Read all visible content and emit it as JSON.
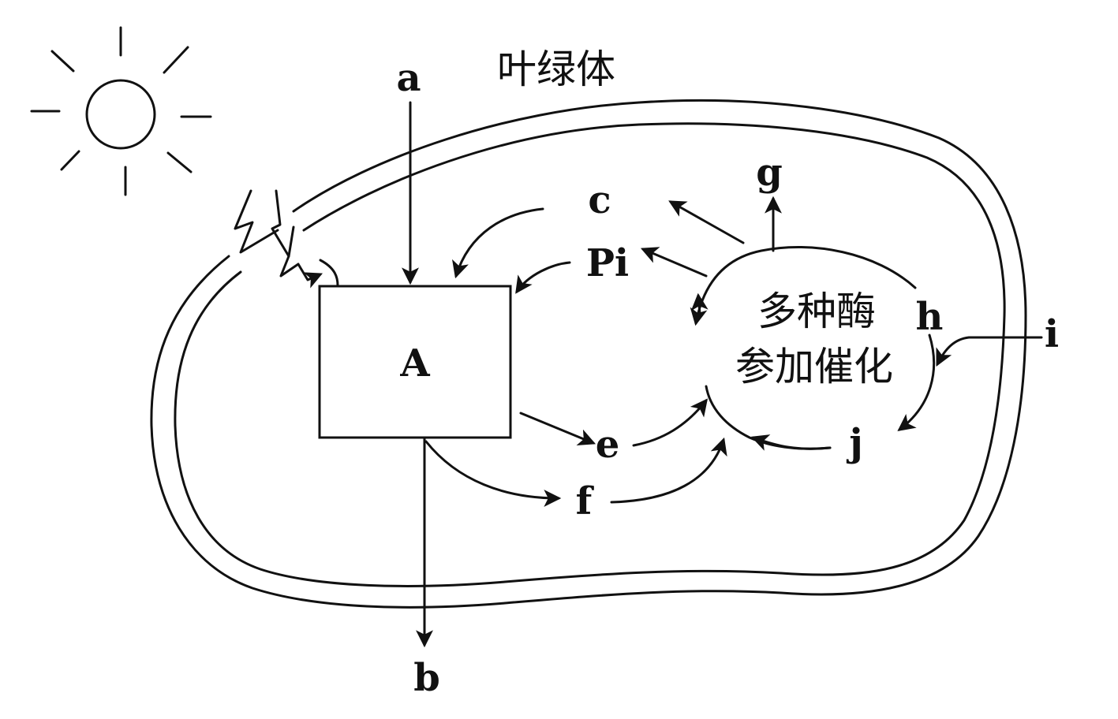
{
  "title": "叶绿体",
  "box_label": "A",
  "enzyme_label": {
    "line1": "多种酶",
    "line2": "参加催化"
  },
  "labels": {
    "a": "a",
    "b": "b",
    "c": "c",
    "pi": "Pi",
    "e": "e",
    "f": "f",
    "g": "g",
    "h": "h",
    "i": "i",
    "j": "j"
  },
  "icons": {
    "sun": "sun-icon",
    "light": "lightning-icon"
  },
  "colors": {
    "line": "#111111",
    "background": "#ffffff"
  }
}
